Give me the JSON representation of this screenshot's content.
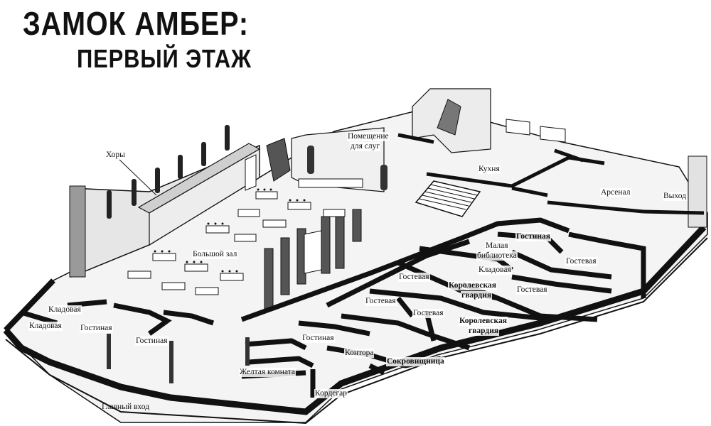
{
  "header": {
    "title": "ЗАМОК АМБЕР:",
    "subtitle": "ПЕРВЫЙ ЭТАЖ"
  },
  "rooms": {
    "khory": "Хоры",
    "pomeshchenie_1": "Помещение",
    "pomeshchenie_2": "для слуг",
    "kukhnya": "Кухня",
    "arsenal": "Арсенал",
    "vykhod": "Выход",
    "bolshoy_zal": "Большой зал",
    "gostinaya_ne": "Гостиная",
    "malaya_biblioteka_1": "Малая",
    "malaya_biblioteka_2": "библиотека",
    "kladovaya_e": "Кладовая",
    "gostevaya_e1": "Гостевая",
    "gostevaya_c1": "Гостевая",
    "korolevskaya_gvardiya_1a": "Королевская",
    "korolevskaya_gvardiya_1b": "гвардия",
    "gostevaya_e2": "Гостевая",
    "gostevaya_c2": "Гостевая",
    "gostevaya_c3": "Гостевая",
    "korolevskaya_gvardiya_2a": "Королевская",
    "korolevskaya_gvardiya_2b": "гвардия",
    "kladovaya_w1": "Кладовая",
    "kladovaya_w2": "Кладовая",
    "gostinaya_w": "Гостиная",
    "gostinaya_sw": "Гостиная",
    "gostinaya_s": "Гостиная",
    "kontora": "Контора",
    "sokrovishchnitsa": "Сокровищница",
    "zheltaya_komnata": "Желтая комната",
    "kordegar": "Кордегар",
    "glavny_vkhod": "Главный вход"
  }
}
